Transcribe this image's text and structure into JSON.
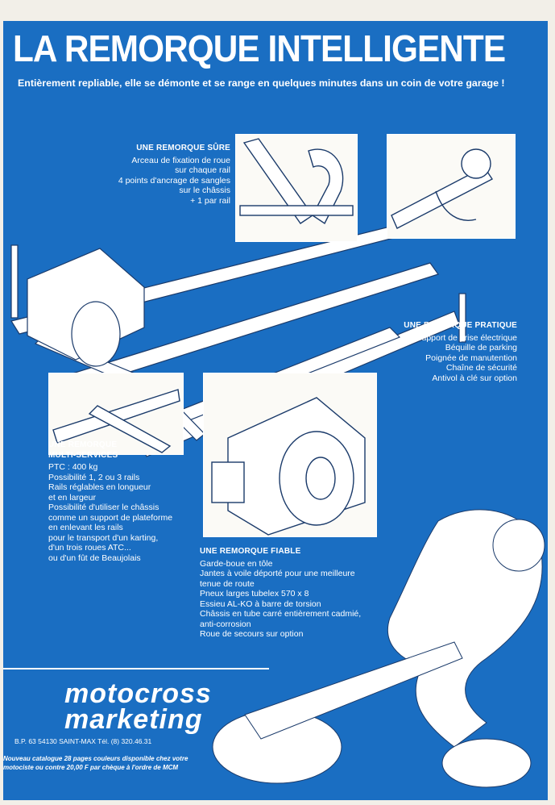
{
  "header": {
    "title": "LA REMORQUE INTELLIGENTE",
    "subtitle": "Entièrement repliable, elle se démonte et se range en quelques minutes dans un coin de votre garage !"
  },
  "sections": {
    "sure": {
      "heading": "UNE REMORQUE SÛRE",
      "lines": [
        "Arceau de fixation de roue",
        "sur chaque rail",
        "4 points d'ancrage de sangles",
        "sur le châssis",
        "+ 1 par rail"
      ]
    },
    "pratique": {
      "heading": "UNE REMORQUE PRATIQUE",
      "lines": [
        "Support de prise électrique",
        "Béquille de parking",
        "Poignée de manutention",
        "Chaîne de sécurité",
        "Antivol à clé sur option"
      ]
    },
    "multi": {
      "heading_1": "UNE REMORQUE",
      "heading_2": "MULTI-SERVICES",
      "lines": [
        "PTC : 400 kg",
        "Possibilité 1, 2 ou 3 rails",
        "Rails réglables en longueur",
        "et en largeur",
        "Possibilité d'utiliser le châssis",
        "comme  un support de plateforme",
        "en enlevant les rails",
        "pour le transport d'un karting,",
        "d'un trois roues  ATC...",
        "ou d'un fût de Beaujolais"
      ]
    },
    "fiable": {
      "heading": "UNE REMORQUE FIABLE",
      "lines": [
        "Garde-boue en tôle",
        "Jantes à voile déporté pour une meilleure",
        "tenue de route",
        "Pneux larges tubelex 570 x 8",
        "Essieu AL-KO à barre de torsion",
        "Châssis en tube carré entièrement cadmié,",
        "anti-corrosion",
        "Roue de secours sur option"
      ]
    }
  },
  "footer": {
    "brand_1": "motocross",
    "brand_2": "marketing",
    "address": "B.P. 63  54130 SAINT-MAX  Tél. (8) 320.46.31",
    "catalogue_1": "Nouveau catalogue 28 pages couleurs disponible chez votre",
    "catalogue_2": "motociste ou contre 20,00 F par chèque à l'ordre de MCM"
  },
  "colors": {
    "background_blue": "#1a6ec2",
    "text": "#ffffff",
    "paper": "#f2efe8"
  }
}
